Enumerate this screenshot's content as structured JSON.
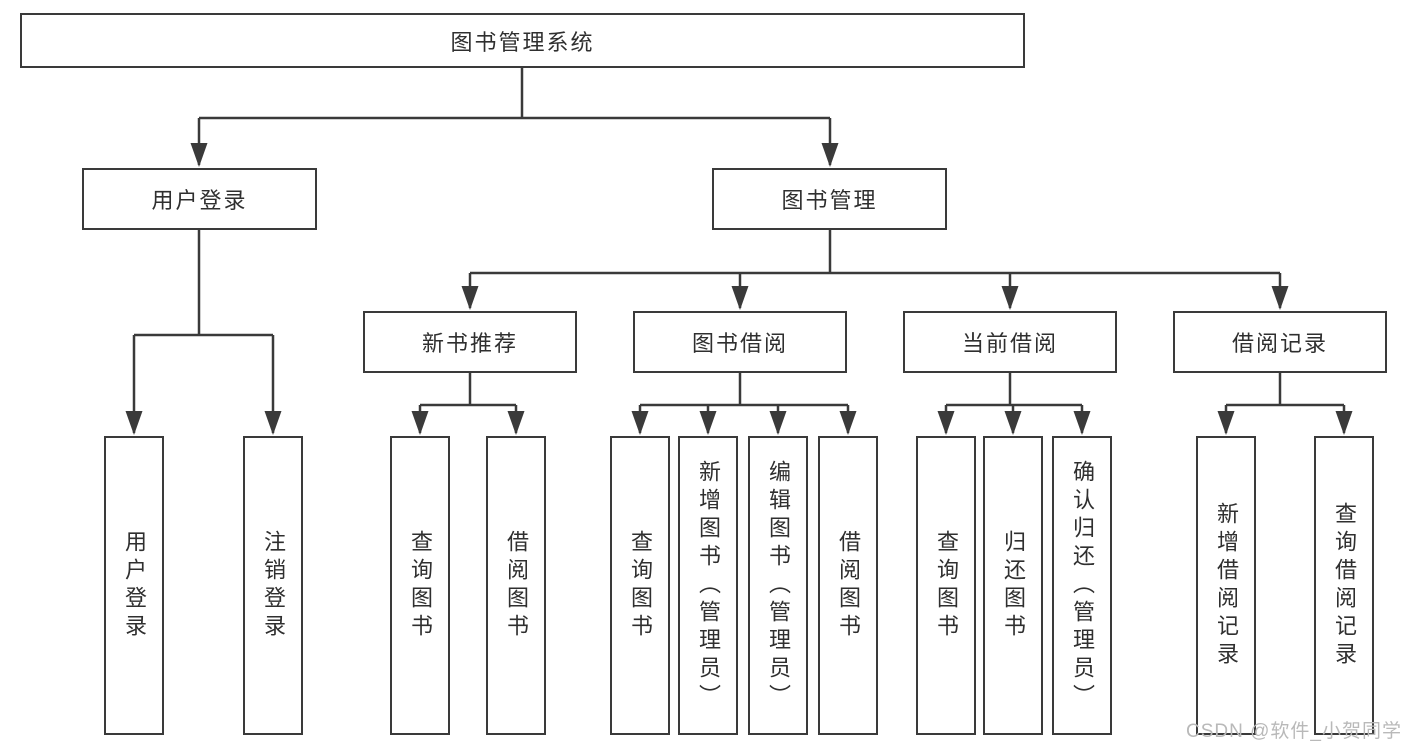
{
  "diagram": {
    "root": {
      "label": "图书管理系统"
    },
    "level2": {
      "user_login": {
        "label": "用户登录"
      },
      "book_mgmt": {
        "label": "图书管理"
      }
    },
    "level3": {
      "new_books": {
        "label": "新书推荐"
      },
      "book_borrow": {
        "label": "图书借阅"
      },
      "current_borrow": {
        "label": "当前借阅"
      },
      "borrow_records": {
        "label": "借阅记录"
      }
    },
    "leaves": {
      "user_login": {
        "label": "用户登录"
      },
      "logout": {
        "label": "注销登录"
      },
      "nb_query_books": {
        "label": "查询图书"
      },
      "nb_borrow_books": {
        "label": "借阅图书"
      },
      "bb_query_books": {
        "label": "查询图书"
      },
      "bb_add_books": {
        "label": "新增图书（管理员）"
      },
      "bb_edit_books": {
        "label": "编辑图书（管理员）"
      },
      "bb_borrow_books": {
        "label": "借阅图书"
      },
      "cb_query_books": {
        "label": "查询图书"
      },
      "cb_return_books": {
        "label": "归还图书"
      },
      "cb_confirm_return": {
        "label": "确认归还（管理员）"
      },
      "br_add_record": {
        "label": "新增借阅记录"
      },
      "br_query_record": {
        "label": "查询借阅记录"
      }
    },
    "watermark": "CSDN @软件_小贺同学",
    "colors": {
      "line": "#3a3a3a",
      "text": "#2f2f2f",
      "watermark_text": "#b9b9b9",
      "background": "#ffffff"
    }
  }
}
